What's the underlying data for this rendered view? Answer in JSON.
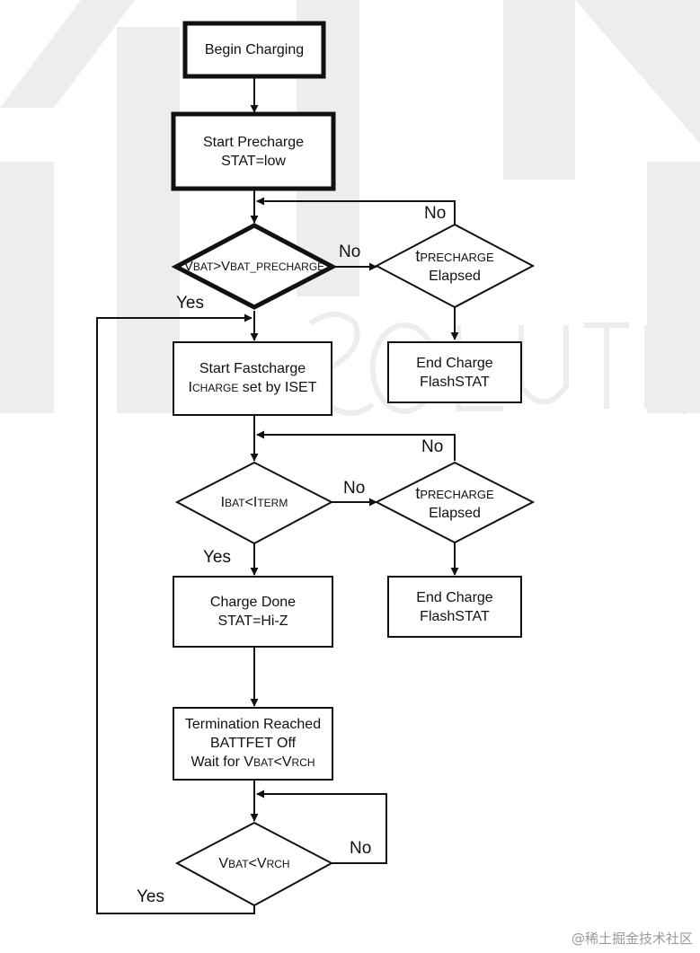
{
  "colors": {
    "line": "#111111",
    "watermark": "#ededed",
    "corner_watermark": "#9a9a9a"
  },
  "nodes": {
    "begin": {
      "text": "Begin Charging"
    },
    "precharge": {
      "line1": "Start Precharge",
      "line2": "STAT=low"
    },
    "decision_vbat_pre": {
      "v": "V",
      "bat": "BAT",
      "gt": ">V",
      "bat_pre": "BAT_PRECHARGE"
    },
    "timer1": {
      "t": "t",
      "sub": "PRECHARGE",
      "line2": "Elapsed"
    },
    "end1": {
      "line1": "End Charge",
      "line2": "FlashSTAT"
    },
    "fastcharge": {
      "line1": "Start Fastcharge",
      "i": "I",
      "charge": "CHARGE",
      "rest": " set by ISET"
    },
    "decision_ibat": {
      "i": "I",
      "bat": "BAT",
      "lt": "<I",
      "term": "TERM"
    },
    "timer2": {
      "t": "t",
      "sub": "PRECHARGE",
      "line2": "Elapsed"
    },
    "end2": {
      "line1": "End Charge",
      "line2": "FlashSTAT"
    },
    "done": {
      "line1": "Charge Done",
      "line2": "STAT=Hi-Z"
    },
    "termination": {
      "line1": "Termination Reached",
      "line2": "BATTFET Off",
      "wait": "Wait for V",
      "bat": "BAT",
      "lt": "<V",
      "rch": "RCH"
    },
    "decision_vrch": {
      "v": "V",
      "bat": "BAT",
      "lt": "<V",
      "rch": "RCH"
    }
  },
  "edge_labels": {
    "no_timer1_loop": "No",
    "no_decision1": "No",
    "yes_decision1": "Yes",
    "no_timer2_loop": "No",
    "no_decision2": "No",
    "yes_decision2": "Yes",
    "no_decision3": "No",
    "yes_decision3": "Yes"
  },
  "watermark": {
    "corner_text": "@稀土掘金技术社区"
  }
}
